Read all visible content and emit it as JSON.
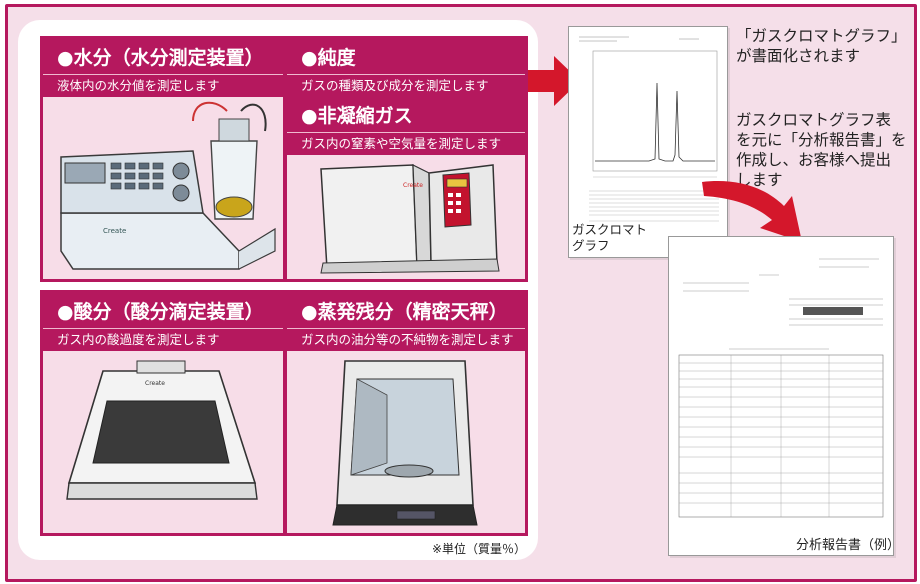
{
  "cards": [
    {
      "title": "●水分（水分測定装置）",
      "desc": "液体内の水分値を測定します",
      "brand": "Create"
    },
    {
      "title": "●純度",
      "desc": "ガスの種類及び成分を測定します",
      "title2": "●非凝縮ガス",
      "desc2": "ガス内の窒素や空気量を測定します",
      "brand": "Create"
    },
    {
      "title": "●酸分（酸分滴定装置）",
      "desc": "ガス内の酸過度を測定します",
      "brand": "Create"
    },
    {
      "title": "●蒸発残分（精密天秤）",
      "desc": "ガス内の油分等の不純物を測定します"
    }
  ],
  "note": "※単位（質量％）",
  "callout1": [
    "「ガスクロマトグラフ」",
    "が書面化されます"
  ],
  "callout2": [
    "ガスクロマトグラフ表",
    "を元に「分析報告書」を",
    "作成し、お客様へ提出",
    "します"
  ],
  "chromatogram_label": [
    "ガスクロマト",
    "グラフ"
  ],
  "report_label": "分析報告書（例）",
  "colors": {
    "accent": "#b5185e",
    "arrow": "#d4172b",
    "card_bg": "#f7dde8",
    "frame_bg": "#f5dfe9"
  }
}
